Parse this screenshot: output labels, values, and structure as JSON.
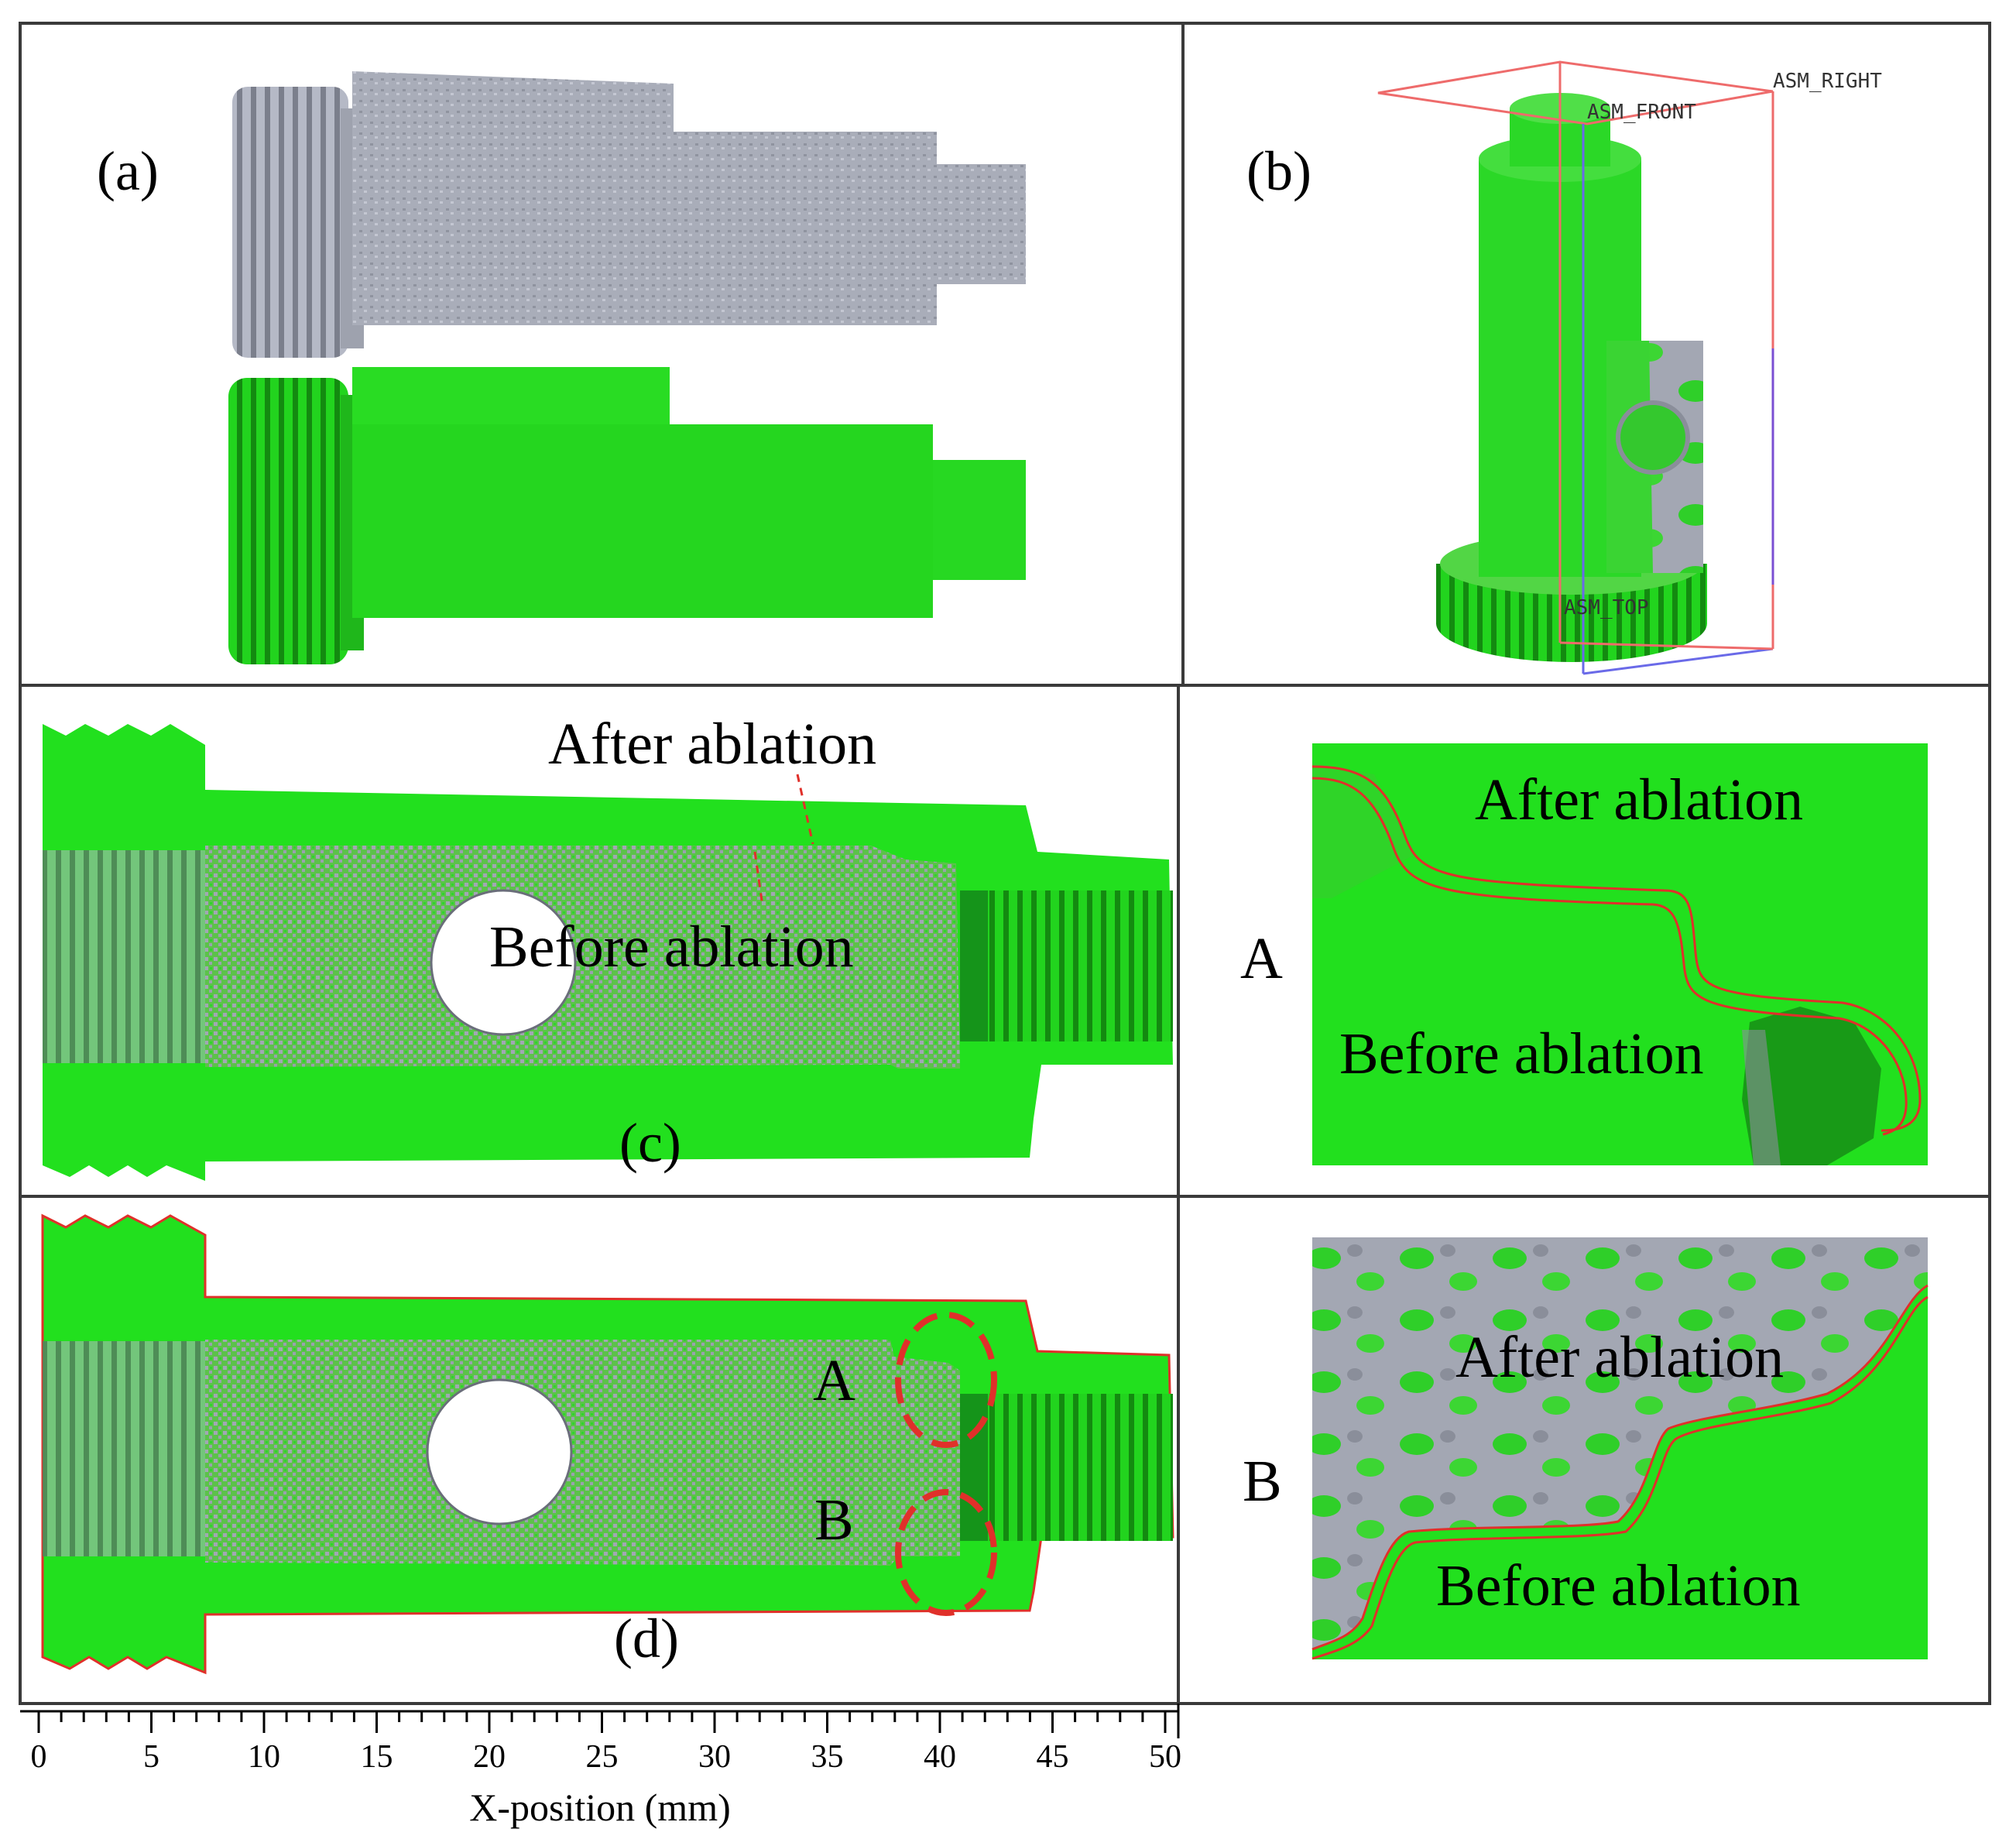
{
  "panels": {
    "a": "(a)",
    "b": "(b)",
    "c": "(c)",
    "d": "(d)"
  },
  "cad_plane_labels": {
    "right": "ASM_RIGHT",
    "front": "ASM_FRONT",
    "top": "ASM_TOP"
  },
  "section_c": {
    "after": "After ablation",
    "before": "Before ablation"
  },
  "section_d": {
    "region_a": "A",
    "region_b": "B"
  },
  "detail_a": {
    "tag": "A",
    "after": "After ablation",
    "before": "Before ablation"
  },
  "detail_b": {
    "tag": "B",
    "after": "After ablation",
    "before": "Before ablation"
  },
  "x_axis": {
    "title": "X-position (mm)",
    "ticks": [
      "0",
      "5",
      "10",
      "15",
      "20",
      "25",
      "30",
      "35",
      "40",
      "45",
      "50"
    ]
  },
  "colors": {
    "scan_green": "#22e01e",
    "scan_grey": "#a7abb8",
    "outline_red": "#e0302a",
    "frame": "#3a3a3a"
  }
}
